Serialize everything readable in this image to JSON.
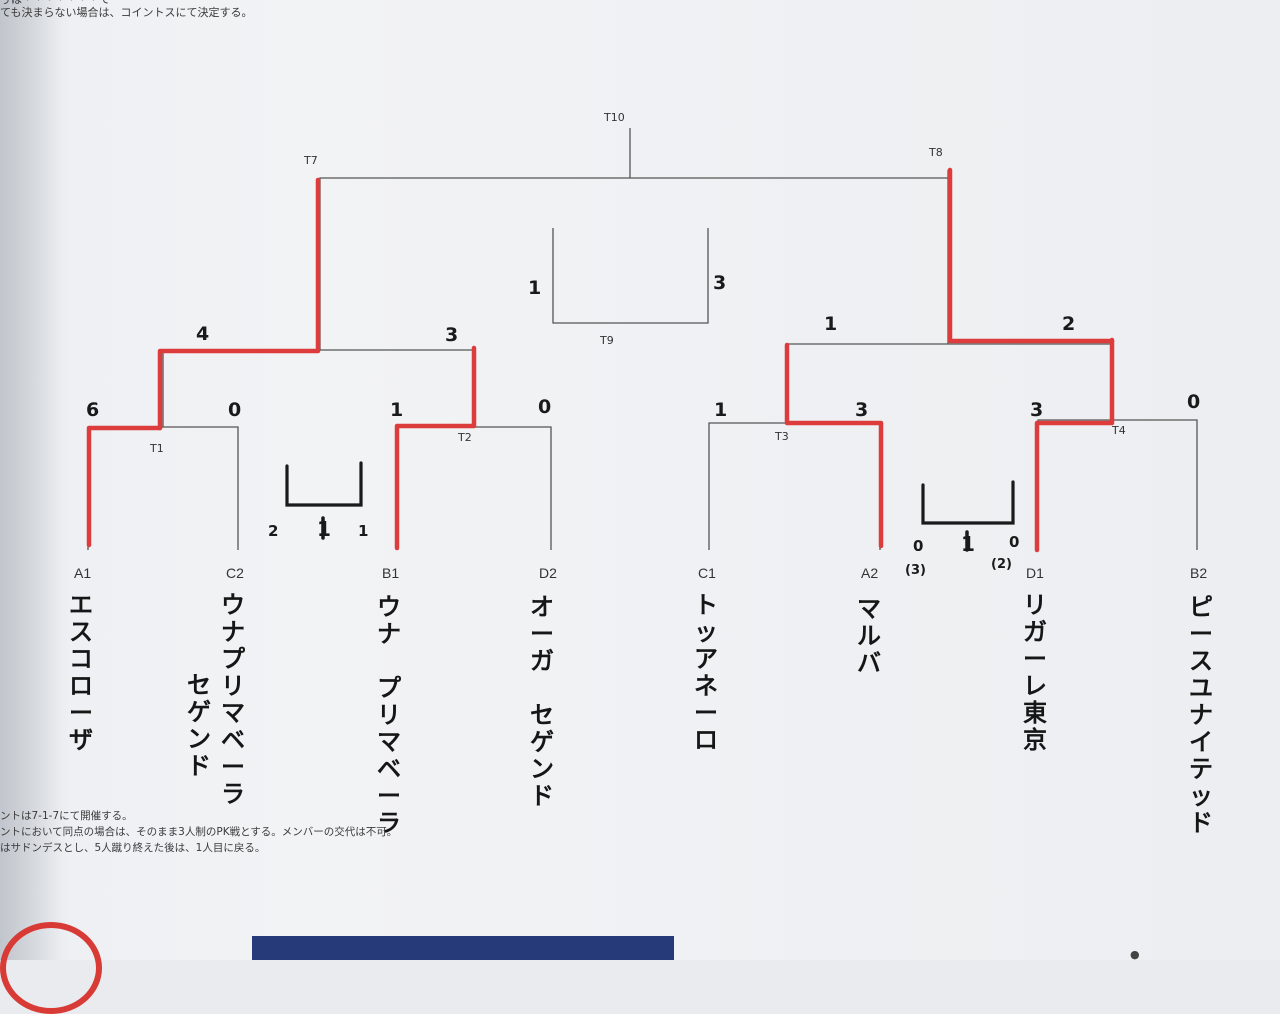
{
  "header_note": "ぅは・・・・・・・て\nても決まらない場合は、コイントスにて決定する。",
  "round_labels": {
    "t1": "T1",
    "t2": "T2",
    "t3": "T3",
    "t4": "T4",
    "t7": "T7",
    "t8": "T8",
    "t9": "T9",
    "t10": "T10"
  },
  "teams": [
    {
      "code": "A1",
      "name": "エスコローザ"
    },
    {
      "code": "C2",
      "name": "ウナプリマベーラ",
      "name2": "セゲンド"
    },
    {
      "code": "B1",
      "name": "ウナ プリマベーラ"
    },
    {
      "code": "D2",
      "name": "オーガ セゲンド"
    },
    {
      "code": "C1",
      "name": "トッアネーロ"
    },
    {
      "code": "A2",
      "name": "マルバ"
    },
    {
      "code": "D1",
      "name": "リガーレ東京"
    },
    {
      "code": "B2",
      "name": "ピースユナイテッド"
    }
  ],
  "scores": {
    "t1_a1": "6",
    "t1_c2": "0",
    "t2_b1": "1",
    "t2_d2": "0",
    "t3_c1": "1",
    "t3_a2": "3",
    "t4_d1": "3",
    "t4_b2": "0",
    "t7_left": "4",
    "t7_right": "3",
    "t8_left": "1",
    "t8_right": "2",
    "t9_left": "1",
    "t9_right": "3"
  },
  "league_left": {
    "a": "2",
    "b": "1",
    "c": "1"
  },
  "league_right": {
    "a": "0",
    "a_pk": "(3)",
    "b": "1",
    "c": "0",
    "c_pk": "(2)"
  },
  "rules_notes": [
    "ントは7-1-7にて開催する。",
    "ントにおいて同点の場合は、そのまま3人制のPK戦とする。メンバーの交代は不可。",
    "はサドンデスとし、5人蹴り終えた後は、1人目に戻る。"
  ],
  "bottom_text": "●",
  "colors": {
    "paper": "#f2f3f5",
    "ink": "#1a1a1a",
    "line": "#555555",
    "winner": "#dd3c3c"
  }
}
